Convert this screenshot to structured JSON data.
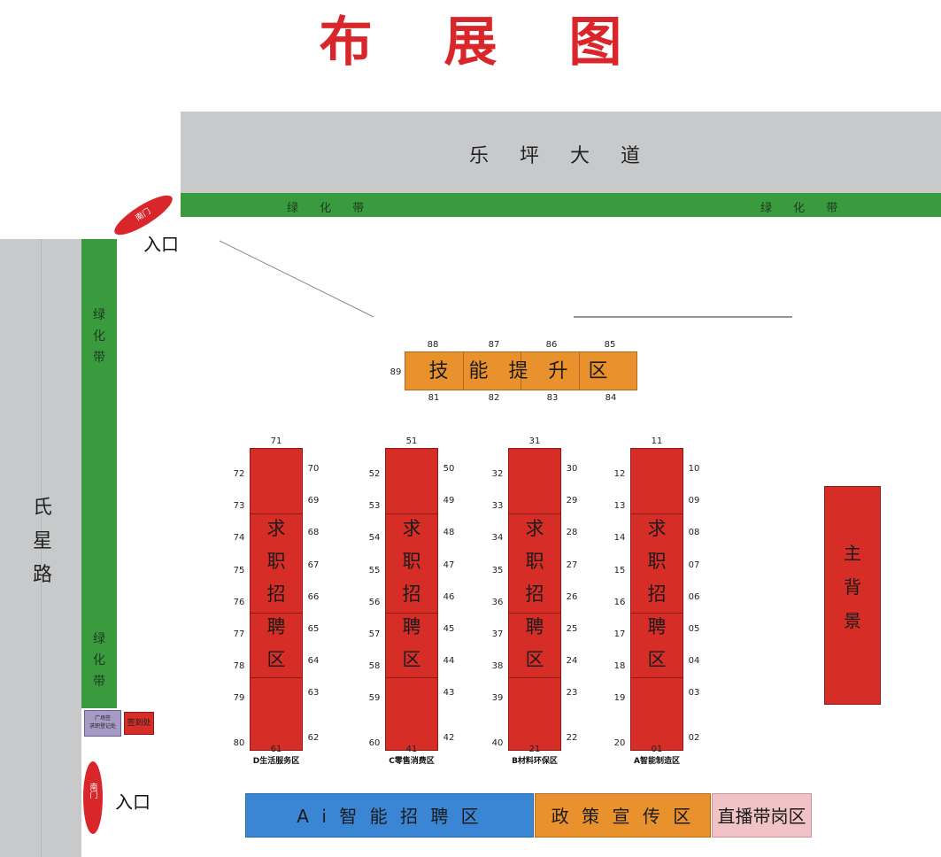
{
  "title": "布 展 图",
  "roads": {
    "top": "乐 坪 大 道",
    "left": [
      "氏",
      "星",
      "路"
    ]
  },
  "green_belts": {
    "top_left": "绿 化 带",
    "top_right": "绿 化 带",
    "left_upper": [
      "绿",
      "化",
      "带"
    ],
    "left_lower": [
      "绿",
      "化",
      "带"
    ]
  },
  "entrances": {
    "top": "入口",
    "bottom": "入口",
    "gate_top": "南门",
    "gate_bottom": "南门"
  },
  "small_boxes": {
    "purple_line1": "广场签",
    "purple_line2": "求职登记处",
    "red": "签到处"
  },
  "skill_zone": {
    "label": "技 能 提 升 区",
    "top_numbers": [
      "88",
      "87",
      "86",
      "85"
    ],
    "left_number": "89",
    "bottom_numbers": [
      "81",
      "82",
      "83",
      "84"
    ]
  },
  "booth_label": [
    "求",
    "职",
    "招",
    "聘",
    "区"
  ],
  "booths": [
    {
      "top": "71",
      "bottom": "61",
      "left": [
        "72",
        "73",
        "74",
        "75",
        "76",
        "77",
        "78",
        "79",
        "80"
      ],
      "right": [
        "70",
        "69",
        "68",
        "67",
        "66",
        "65",
        "64",
        "63",
        "62"
      ],
      "zone": "D生活服务区"
    },
    {
      "top": "51",
      "bottom": "41",
      "left": [
        "52",
        "53",
        "54",
        "55",
        "56",
        "57",
        "58",
        "59",
        "60"
      ],
      "right": [
        "50",
        "49",
        "48",
        "47",
        "46",
        "45",
        "44",
        "43",
        "42"
      ],
      "zone": "C零售消费区"
    },
    {
      "top": "31",
      "bottom": "21",
      "left": [
        "32",
        "33",
        "34",
        "35",
        "36",
        "37",
        "38",
        "39",
        "40"
      ],
      "right": [
        "30",
        "29",
        "28",
        "27",
        "26",
        "25",
        "24",
        "23",
        "22"
      ],
      "zone": "B材料环保区"
    },
    {
      "top": "11",
      "bottom": "01",
      "left": [
        "12",
        "13",
        "14",
        "15",
        "16",
        "17",
        "18",
        "19",
        "20"
      ],
      "right": [
        "10",
        "09",
        "08",
        "07",
        "06",
        "05",
        "04",
        "03",
        "02"
      ],
      "zone": "A智能制造区"
    }
  ],
  "main_stage": [
    "主",
    "背",
    "景"
  ],
  "bottom_zones": {
    "ai": "A i 智 能 招 聘 区",
    "policy": "政 策 宣 传 区",
    "live": "直播带岗区"
  },
  "colors": {
    "red": "#d62d26",
    "orange": "#e8912d",
    "green": "#3a9b3e",
    "blue": "#3b86d4",
    "pink": "#f1c3c6",
    "road": "#c8c9cb"
  }
}
